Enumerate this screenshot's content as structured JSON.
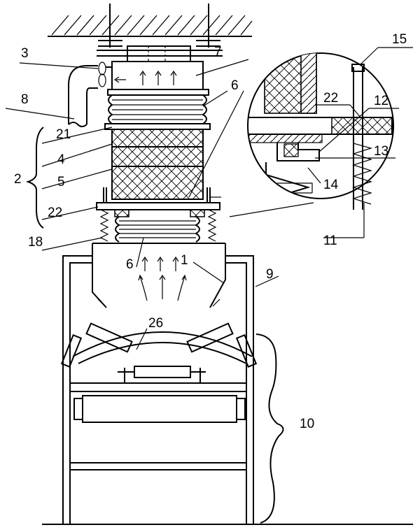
{
  "labels": {
    "l1": "1",
    "l2": "2",
    "l3": "3",
    "l4": "4",
    "l5": "5",
    "l6a": "6",
    "l6b": "6",
    "l7": "7",
    "l8": "8",
    "l9": "9",
    "l10": "10",
    "l11": "11",
    "l12": "12",
    "l13": "13",
    "l14": "14",
    "l15": "15",
    "l18": "18",
    "l21": "21",
    "l22a": "22",
    "l22b": "22",
    "l26": "26"
  }
}
